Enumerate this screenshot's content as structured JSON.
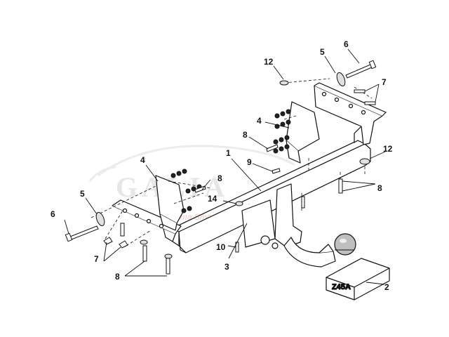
{
  "watermark": {
    "brand": "GALIA",
    "tagline": "autodoma Smoci",
    "color": "#e6e6e6",
    "tagline_color": "#f0c9c9"
  },
  "kit_box": {
    "code": "Z45A"
  },
  "callouts": [
    {
      "id": "c1",
      "text": "1"
    },
    {
      "id": "c2",
      "text": "2"
    },
    {
      "id": "c3",
      "text": "3"
    },
    {
      "id": "c4a",
      "text": "4"
    },
    {
      "id": "c4b",
      "text": "4"
    },
    {
      "id": "c5a",
      "text": "5"
    },
    {
      "id": "c5b",
      "text": "5"
    },
    {
      "id": "c6a",
      "text": "6"
    },
    {
      "id": "c6b",
      "text": "6"
    },
    {
      "id": "c7a",
      "text": "7"
    },
    {
      "id": "c7b",
      "text": "7"
    },
    {
      "id": "c8a",
      "text": "8"
    },
    {
      "id": "c8b",
      "text": "8"
    },
    {
      "id": "c8c",
      "text": "8"
    },
    {
      "id": "c8d",
      "text": "8"
    },
    {
      "id": "c9",
      "text": "9"
    },
    {
      "id": "c10",
      "text": "10"
    },
    {
      "id": "c12a",
      "text": "12"
    },
    {
      "id": "c12b",
      "text": "12"
    },
    {
      "id": "c14",
      "text": "14"
    }
  ],
  "colors": {
    "line": "#111111",
    "washer": "#e0e0e0",
    "ball": "#bfbfbf"
  }
}
